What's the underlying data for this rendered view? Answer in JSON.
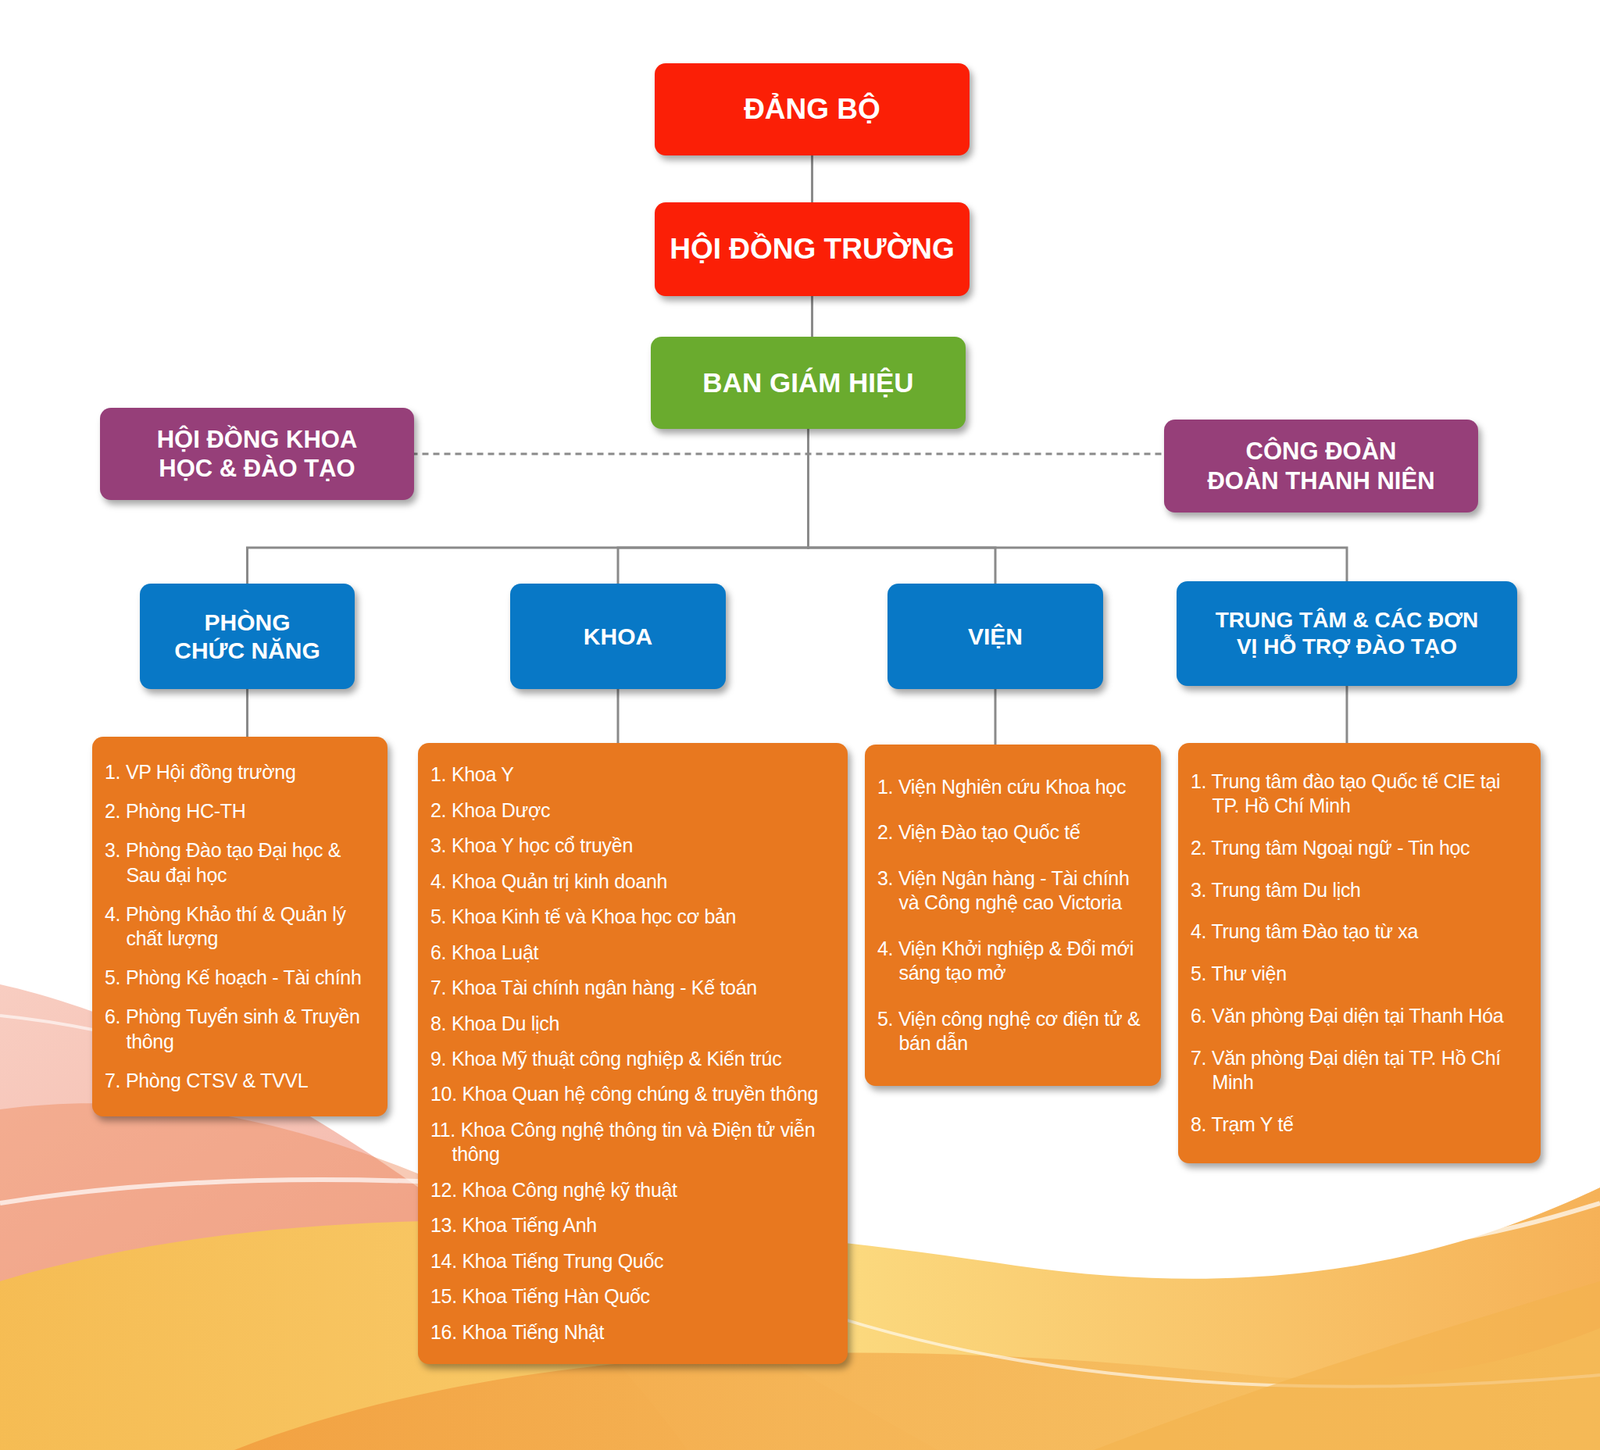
{
  "diagram": {
    "nodes": [
      {
        "text": [
          "ĐẢNG BỘ"
        ]
      },
      {
        "text": [
          "HỘI ĐỒNG TRƯỜNG"
        ]
      },
      {
        "text": [
          "BAN GIÁM HIỆU"
        ]
      },
      {
        "text": [
          "HỘI ĐỒNG KHOA HỌC & ĐÀO TẠO"
        ]
      },
      {
        "text": [
          "CÔNG ĐOÀN",
          "ĐOÀN THANH NIÊN"
        ]
      },
      {
        "text": [
          "PHÒNG CHỨC NĂNG"
        ]
      },
      {
        "text": [
          "KHOA"
        ]
      },
      {
        "text": [
          "VIỆN"
        ]
      },
      {
        "text": [
          "TRUNG TÂM & CÁC ĐƠN VỊ HỖ TRỢ ĐÀO TẠO"
        ]
      },
      {
        "text": [
          "1. VP Hội đồng trường",
          "2. Phòng HC-TH",
          "3. Phòng Đào tạo Đại học & Sau đại học",
          "4. Phòng Khảo thí & Quản lý chất lượng",
          "5. Phòng Kế hoạch - Tài chính",
          "6. Phòng Tuyển sinh & Truyền thông",
          "7. Phòng CTSV & TVVL"
        ]
      },
      {
        "text": [
          "1. Khoa Y",
          "2. Khoa Dược",
          "3. Khoa Y học cổ truyền",
          "4. Khoa Quản trị kinh doanh",
          "5. Khoa Kinh tế và Khoa học cơ bản",
          "6. Khoa Luật",
          "7. Khoa Tài chính ngân hàng - Kế toán",
          "8. Khoa Du lịch",
          "9. Khoa Mỹ thuật công nghiệp & Kiến trúc",
          "10. Khoa Quan hệ công chúng & truyền thông",
          "11. Khoa Công nghệ thông tin và Điện tử viễn thông",
          "12. Khoa Công nghệ kỹ thuật",
          "13. Khoa Tiếng Anh",
          "14. Khoa Tiếng Trung Quốc",
          "15. Khoa Tiếng Hàn Quốc",
          "16. Khoa Tiếng Nhật"
        ]
      },
      {
        "text": [
          "1. Viện Nghiên cứu Khoa học",
          "2. Viện Đào tạo Quốc tế",
          "3. Viện Ngân hàng - Tài chính và Công nghệ cao Victoria",
          "4. Viện Khởi nghiệp & Đổi mới sáng tạo mở",
          "5. Viện công nghệ cơ điện tử & bán dẫn"
        ]
      },
      {
        "text": [
          "1. Trung tâm đào tạo Quốc tế CIE tại TP. Hồ Chí Minh",
          "2. Trung tâm Ngoại ngữ - Tin học",
          "3. Trung tâm Du lịch",
          "4. Trung tâm Đào tạo từ xa",
          "5. Thư viện",
          "6. Văn phòng Đại diện tại Thanh Hóa",
          "7. Văn phòng Đại diện tại TP. Hồ Chí Minh",
          "8. Trạm Y tế"
        ]
      }
    ],
    "edges": [
      {
        "from": 0,
        "to": 1,
        "arrow": "none"
      },
      {
        "from": 1,
        "to": 2,
        "arrow": "none"
      },
      {
        "from": 2,
        "to": 3,
        "arrow": "none"
      },
      {
        "from": 2,
        "to": 4,
        "arrow": "none"
      },
      {
        "from": 2,
        "to": 5,
        "arrow": "none"
      },
      {
        "from": 2,
        "to": 6,
        "arrow": "none"
      },
      {
        "from": 2,
        "to": 7,
        "arrow": "none"
      },
      {
        "from": 2,
        "to": 8,
        "arrow": "none"
      },
      {
        "from": 5,
        "to": 9,
        "arrow": "none"
      },
      {
        "from": 6,
        "to": 10,
        "arrow": "none"
      },
      {
        "from": 7,
        "to": 11,
        "arrow": "none"
      },
      {
        "from": 8,
        "to": 12,
        "arrow": "none"
      }
    ]
  }
}
